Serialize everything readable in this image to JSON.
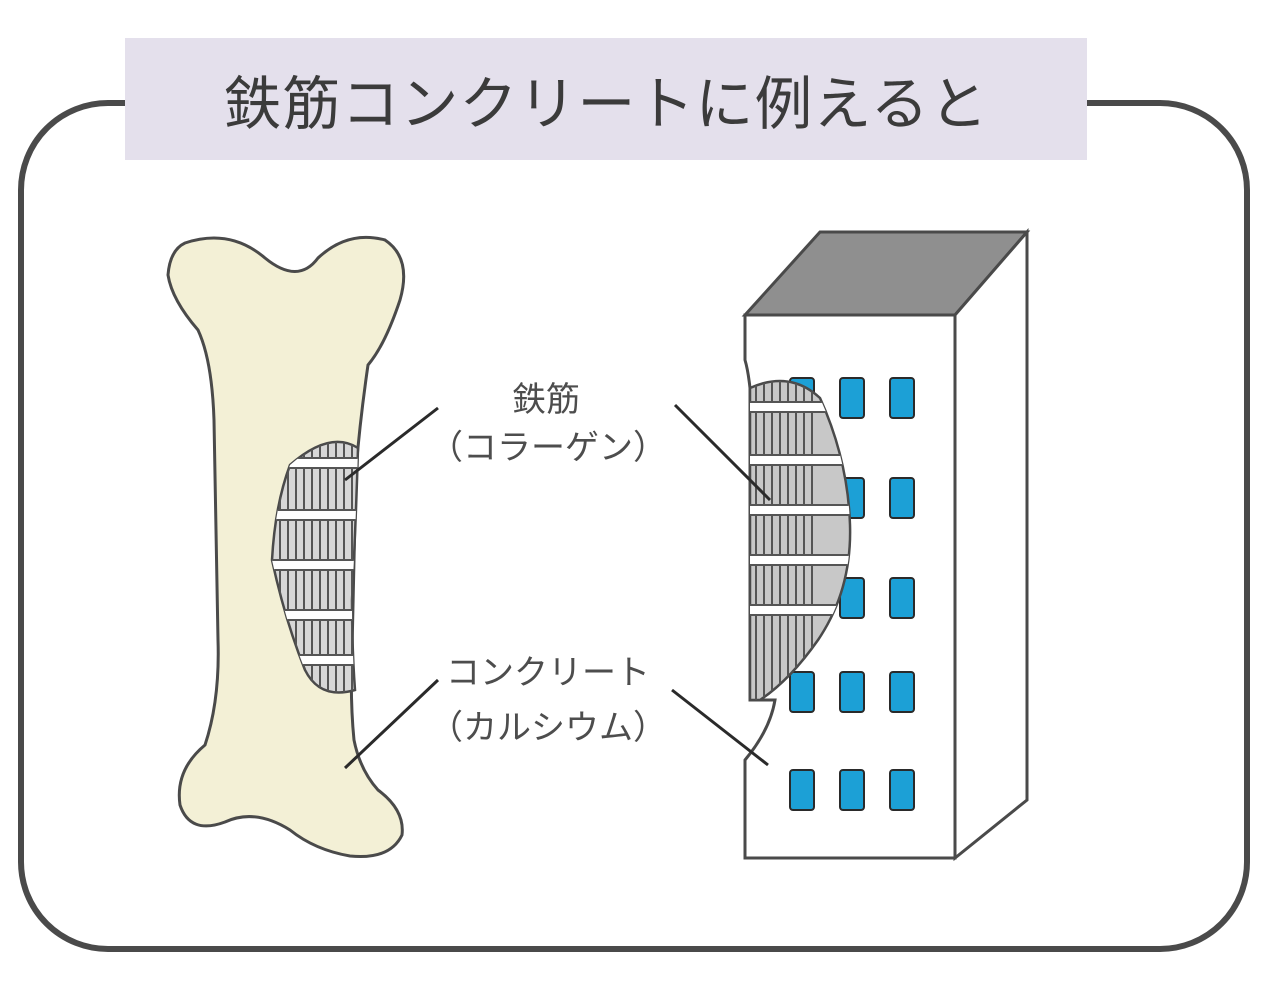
{
  "title": "鉄筋コンクリートに例えると",
  "labels": {
    "rebar": "鉄筋",
    "collagen": "（コラーゲン）",
    "concrete": "コンクリート",
    "calcium": "（カルシウム）"
  },
  "colors": {
    "title_bg": "#e4e0ec",
    "bone_fill": "#f3f0d6",
    "window_fill": "#1ca0d6",
    "building_roof": "#8f8f8f",
    "rebar_fill": "#c8c8c8",
    "outline": "#4a4a4a"
  }
}
